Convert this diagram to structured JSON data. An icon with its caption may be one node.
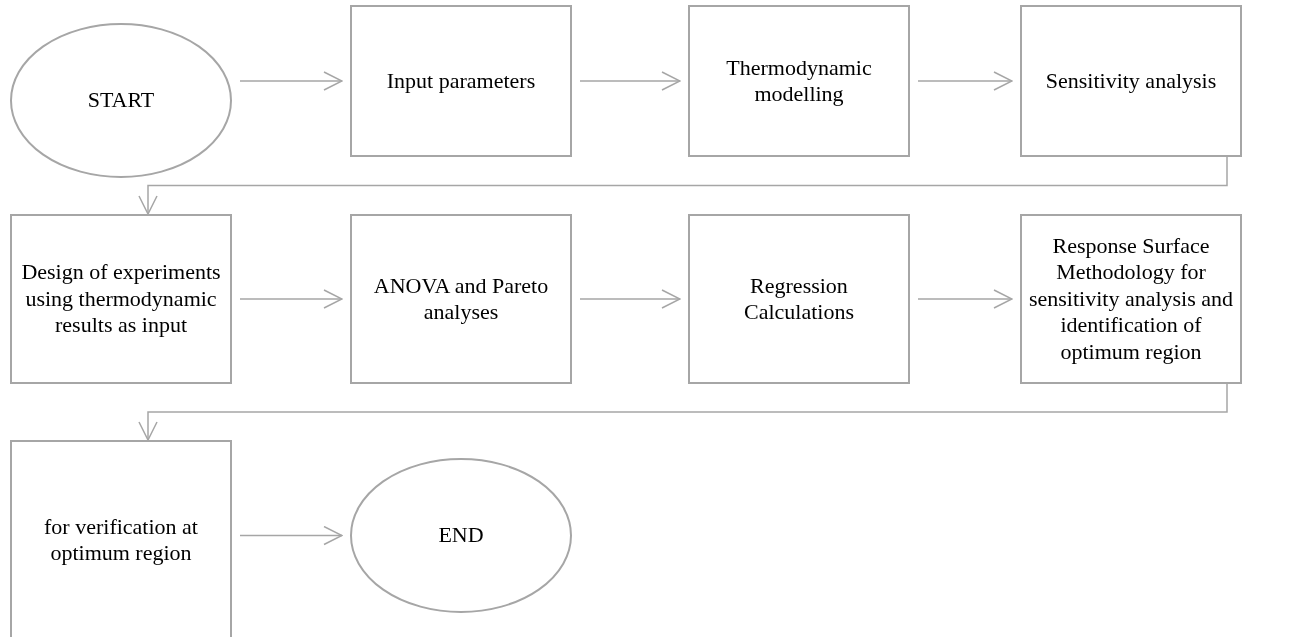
{
  "diagram": {
    "nodes": [
      {
        "text": [
          "START"
        ]
      },
      {
        "text": [
          "Input parameters"
        ]
      },
      {
        "text": [
          "Thermodynamic modelling"
        ]
      },
      {
        "text": [
          "Sensitivity analysis"
        ]
      },
      {
        "text": [
          "Design of experiments using thermodynamic results as input"
        ]
      },
      {
        "text": [
          "ANOVA and Pareto analyses"
        ]
      },
      {
        "text": [
          "Regression Calculations"
        ]
      },
      {
        "text": [
          "Response Surface Methodology for sensitivity analysis and identification of optimum region"
        ]
      },
      {
        "text": [
          "for verification at optimum region"
        ]
      },
      {
        "text": [
          "END"
        ]
      }
    ],
    "edges": [
      {
        "from": 0,
        "to": 1,
        "arrow": "to"
      },
      {
        "from": 1,
        "to": 2,
        "arrow": "to"
      },
      {
        "from": 2,
        "to": 3,
        "arrow": "to"
      },
      {
        "from": 3,
        "to": 4,
        "arrow": "to"
      },
      {
        "from": 4,
        "to": 5,
        "arrow": "to"
      },
      {
        "from": 5,
        "to": 6,
        "arrow": "to"
      },
      {
        "from": 6,
        "to": 7,
        "arrow": "to"
      },
      {
        "from": 7,
        "to": 8,
        "arrow": "to"
      },
      {
        "from": 8,
        "to": 9,
        "arrow": "to"
      }
    ]
  }
}
